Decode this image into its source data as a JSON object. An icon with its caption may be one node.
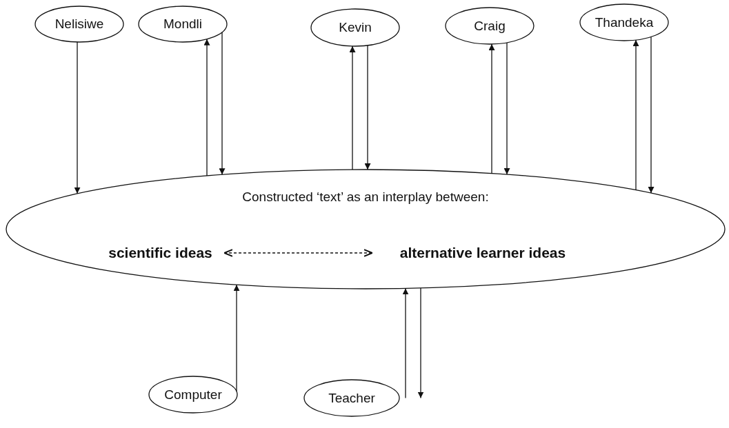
{
  "diagram": {
    "nodes": [
      {
        "text": [
          "Nelisiwe"
        ]
      },
      {
        "text": [
          "Mondli"
        ]
      },
      {
        "text": [
          "Kevin"
        ]
      },
      {
        "text": [
          "Craig"
        ]
      },
      {
        "text": [
          "Thandeka"
        ]
      },
      {
        "text": [
          "Constructed ‘text’ as an interplay between:"
        ]
      },
      {
        "text": [
          "scientific ideas"
        ],
        "in": 5
      },
      {
        "text": [
          "alternative learner ideas"
        ],
        "in": 5
      },
      {
        "text": [
          "Computer"
        ]
      },
      {
        "text": [
          "Teacher"
        ]
      }
    ],
    "edges": [
      {
        "from": 0,
        "to": 5,
        "arrow": "to"
      },
      {
        "from": 5,
        "to": 1,
        "arrow": "to"
      },
      {
        "from": 1,
        "to": 5,
        "arrow": "to"
      },
      {
        "from": 5,
        "to": 2,
        "arrow": "to"
      },
      {
        "from": 2,
        "to": 5,
        "arrow": "to"
      },
      {
        "from": 5,
        "to": 3,
        "arrow": "to"
      },
      {
        "from": 3,
        "to": 5,
        "arrow": "to"
      },
      {
        "from": 5,
        "to": 4,
        "arrow": "to"
      },
      {
        "from": 4,
        "to": 5,
        "arrow": "to"
      },
      {
        "from": 6,
        "to": 7,
        "arrow": "both",
        "style": "dashed"
      },
      {
        "from": 8,
        "to": 5,
        "arrow": "to"
      },
      {
        "from": 9,
        "to": 5,
        "arrow": "to"
      },
      {
        "from": 5,
        "to": 9,
        "arrow": "to"
      }
    ]
  }
}
